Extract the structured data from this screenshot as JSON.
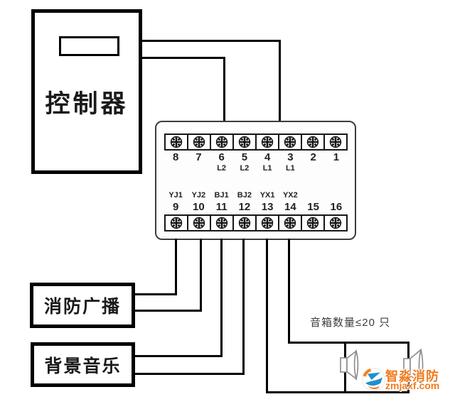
{
  "controller": {
    "label": "控制器"
  },
  "terminal_block": {
    "top_row": [
      {
        "num": "8",
        "sub": ""
      },
      {
        "num": "7",
        "sub": ""
      },
      {
        "num": "6",
        "sub": "L2"
      },
      {
        "num": "5",
        "sub": "L2"
      },
      {
        "num": "4",
        "sub": "L1"
      },
      {
        "num": "3",
        "sub": "L1"
      },
      {
        "num": "2",
        "sub": ""
      },
      {
        "num": "1",
        "sub": ""
      }
    ],
    "bottom_row": [
      {
        "num": "9",
        "sub": "YJ1"
      },
      {
        "num": "10",
        "sub": "YJ2"
      },
      {
        "num": "11",
        "sub": "BJ1"
      },
      {
        "num": "12",
        "sub": "BJ2"
      },
      {
        "num": "13",
        "sub": "YX1"
      },
      {
        "num": "14",
        "sub": "YX2"
      },
      {
        "num": "15",
        "sub": ""
      },
      {
        "num": "16",
        "sub": ""
      }
    ]
  },
  "devices": {
    "fire_broadcast": {
      "label": "消防广播"
    },
    "background_music": {
      "label": "背景音乐"
    }
  },
  "speaker_note": "音箱数量≤20 只",
  "connections": [
    {
      "from": "controller",
      "to": "terminal L1 (3/4)"
    },
    {
      "from": "controller",
      "to": "terminal L2 (6)"
    },
    {
      "from": "terminal 9 YJ1",
      "to": "消防广播"
    },
    {
      "from": "terminal 10 YJ2",
      "to": "消防广播"
    },
    {
      "from": "terminal 11 BJ1",
      "to": "背景音乐"
    },
    {
      "from": "terminal 12 BJ2",
      "to": "背景音乐"
    },
    {
      "from": "terminal 13 YX1",
      "to": "speaker line (bottom)"
    },
    {
      "from": "terminal 14 YX2",
      "to": "speaker line (top)"
    }
  ],
  "watermark": {
    "brand": "智淼消防",
    "site": "zmjaxf.com"
  },
  "colors": {
    "line": "#000000",
    "block_border": "#3c3c3c",
    "speaker_stroke": "#8a8a8a",
    "note_text": "#3d3d3d",
    "watermark_orange": "#f07b1c",
    "watermark_blue": "#1f8fd0"
  }
}
